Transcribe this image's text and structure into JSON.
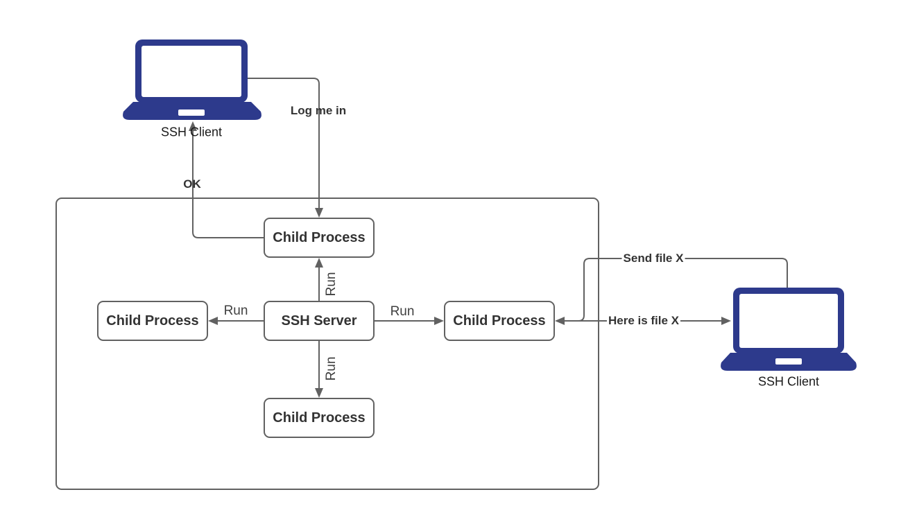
{
  "colors": {
    "line": "#616161",
    "text": "#333333",
    "laptop": "#2d3a8c",
    "bg": "#ffffff"
  },
  "devices": {
    "client_top": {
      "label": "SSH Client"
    },
    "client_right": {
      "label": "SSH Client"
    }
  },
  "nodes": {
    "ssh_server": {
      "label": "SSH Server"
    },
    "child_top": {
      "label": "Child Process"
    },
    "child_left": {
      "label": "Child Process"
    },
    "child_right": {
      "label": "Child Process"
    },
    "child_bottom": {
      "label": "Child Process"
    }
  },
  "edges": {
    "log_me_in": {
      "label": "Log me in"
    },
    "ok": {
      "label": "OK"
    },
    "run_top": {
      "label": "Run"
    },
    "run_left": {
      "label": "Run"
    },
    "run_right": {
      "label": "Run"
    },
    "run_bottom": {
      "label": "Run"
    },
    "send_file": {
      "label": "Send file X"
    },
    "here_is_file": {
      "label": "Here is file X"
    }
  }
}
